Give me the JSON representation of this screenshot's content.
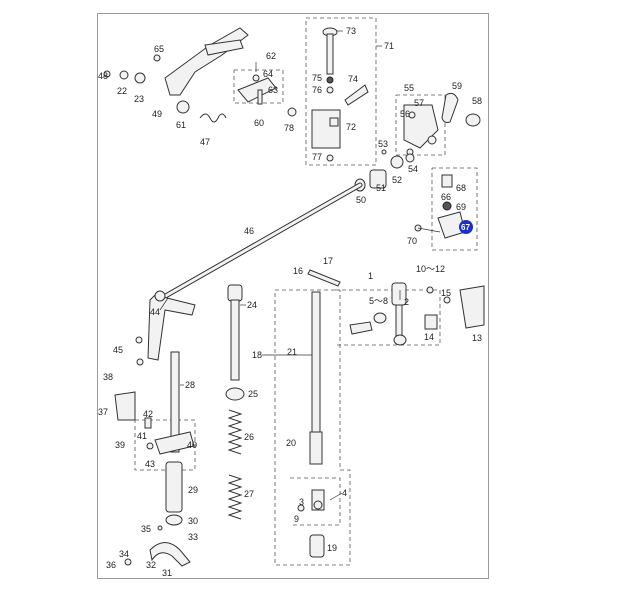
{
  "labels": {
    "l73": "73",
    "l71": "71",
    "l65": "65",
    "l48": "48",
    "l22": "22",
    "l23": "23",
    "l49": "49",
    "l61": "61",
    "l47": "47",
    "l62": "62",
    "l64": "64",
    "l63": "63",
    "l60": "60",
    "l75": "75",
    "l76": "76",
    "l74": "74",
    "l78": "78",
    "l72": "72",
    "l77": "77",
    "l55": "55",
    "l57": "57",
    "l56": "56",
    "l59": "59",
    "l58": "58",
    "l53": "53",
    "l52": "52",
    "l51": "51",
    "l54": "54",
    "l50": "50",
    "l66": "66",
    "l68": "68",
    "l69": "69",
    "l67": "67",
    "l70": "70",
    "l46": "46",
    "l17": "17",
    "l16": "16",
    "l1": "1",
    "l10_12": "10～12",
    "l58b": "5～8",
    "l2": "2",
    "l15": "15",
    "l14": "14",
    "l13": "13",
    "l44": "44",
    "l45": "45",
    "l24": "24",
    "l18": "18",
    "l21": "21",
    "l28": "28",
    "l38": "38",
    "l37": "37",
    "l25": "25",
    "l42": "42",
    "l41": "41",
    "l26": "26",
    "l39": "39",
    "l40": "40",
    "l43": "43",
    "l20": "20",
    "l29": "29",
    "l4": "4",
    "l27": "27",
    "l9": "9",
    "l3": "3",
    "l35": "35",
    "l30": "30",
    "l34": "34",
    "l33": "33",
    "l36": "36",
    "l32": "32",
    "l31": "31",
    "l19": "19"
  },
  "highlight": {
    "part": "67",
    "color": "#1a2fc9"
  }
}
